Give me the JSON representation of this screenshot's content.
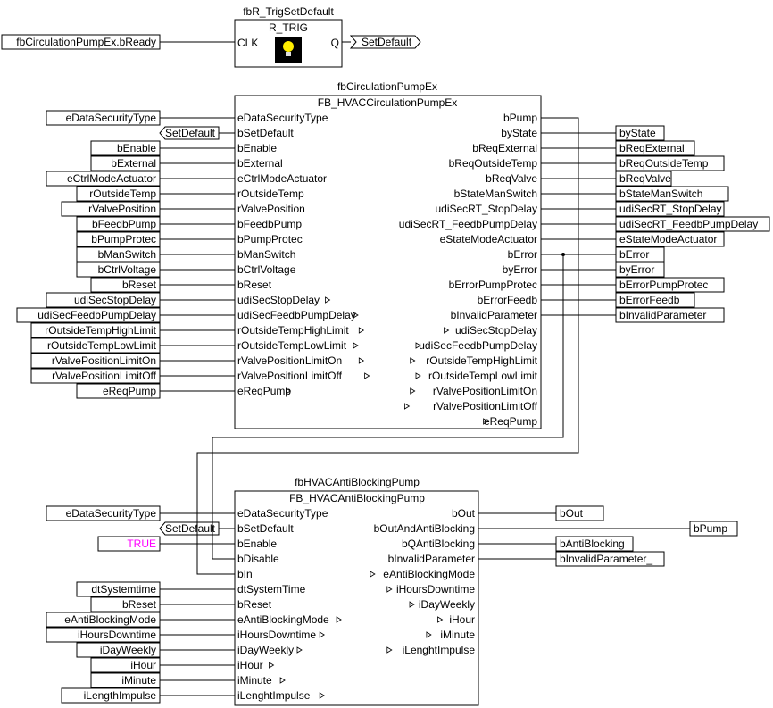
{
  "blocks": {
    "trig": {
      "instance": "fbR_TrigSetDefault",
      "type": "R_TRIG",
      "inputs": [
        "CLK"
      ],
      "outputs": [
        "Q"
      ],
      "clk_var": "fbCirculationPumpEx.bReady",
      "q_connector": "SetDefault"
    },
    "pump": {
      "instance": "fbCirculationPumpEx",
      "type": "FB_HVACCirculationPumpEx",
      "inputs": [
        "eDataSecurityType",
        "bSetDefault",
        "bEnable",
        "bExternal",
        "eCtrlModeActuator",
        "rOutsideTemp",
        "rValvePosition",
        "bFeedbPump",
        "bPumpProtec",
        "bManSwitch",
        "bCtrlVoltage",
        "bReset",
        "udiSecStopDelay",
        "udiSecFeedbPumpDelay",
        "rOutsideTempHighLimit",
        "rOutsideTempLowLimit",
        "rValvePositionLimitOn",
        "rValvePositionLimitOff",
        "eReqPump"
      ],
      "input_vars": [
        "eDataSecurityType",
        "SetDefault",
        "bEnable",
        "bExternal",
        "eCtrlModeActuator",
        "rOutsideTemp",
        "rValvePosition",
        "bFeedbPump",
        "bPumpProtec",
        "bManSwitch",
        "bCtrlVoltage",
        "bReset",
        "udiSecStopDelay",
        "udiSecFeedbPumpDelay",
        "rOutsideTempHighLimit",
        "rOutsideTempLowLimit",
        "rValvePositionLimitOn",
        "rValvePositionLimitOff",
        "eReqPump"
      ],
      "outputs": [
        "bPump",
        "byState",
        "bReqExternal",
        "bReqOutsideTemp",
        "bReqValve",
        "bStateManSwitch",
        "udiSecRT_StopDelay",
        "udiSecRT_FeedbPumpDelay",
        "eStateModeActuator",
        "bError",
        "byError",
        "bErrorPumpProtec",
        "bErrorFeedb",
        "bInvalidParameter",
        "udiSecStopDelay",
        "udiSecFeedbPumpDelay",
        "rOutsideTempHighLimit",
        "rOutsideTempLowLimit",
        "rValvePositionLimitOn",
        "rValvePositionLimitOff",
        "eReqPump"
      ],
      "output_vars": [
        "",
        "byState",
        "bReqExternal",
        "bReqOutsideTemp",
        "bReqValve",
        "bStateManSwitch",
        "udiSecRT_StopDelay",
        "udiSecRT_FeedbPumpDelay",
        "eStateModeActuator",
        "bError",
        "byError",
        "bErrorPumpProtec",
        "bErrorFeedb",
        "bInvalidParameter"
      ]
    },
    "anti": {
      "instance": "fbHVACAntiBlockingPump",
      "type": "FB_HVACAntiBlockingPump",
      "inputs": [
        "eDataSecurityType",
        "bSetDefault",
        "bEnable",
        "bDisable",
        "bIn",
        "dtSystemTime",
        "bReset",
        "eAntiBlockingMode",
        "iHoursDowntime",
        "iDayWeekly",
        "iHour",
        "iMinute",
        "iLenghtImpulse"
      ],
      "input_vars": [
        "eDataSecurityType",
        "SetDefault",
        "TRUE",
        "",
        "",
        "dtSystemtime",
        "bReset",
        "eAntiBlockingMode",
        "iHoursDowntime",
        "iDayWeekly",
        "iHour",
        "iMinute",
        "iLengthImpulse"
      ],
      "outputs": [
        "bOut",
        "bOutAndAntiBlocking",
        "bQAntiBlocking",
        "bInvalidParameter",
        "eAntiBlockingMode",
        "iHoursDowntime",
        "iDayWeekly",
        "iHour",
        "iMinute",
        "iLenghtImpulse"
      ],
      "output_vars": [
        "bOut",
        "bPump",
        "bAntiBlocking",
        "bInvalidParameter_"
      ]
    }
  },
  "colors": {
    "line": "#000000",
    "true_literal": "#ff00ff",
    "background": "#ffffff"
  }
}
